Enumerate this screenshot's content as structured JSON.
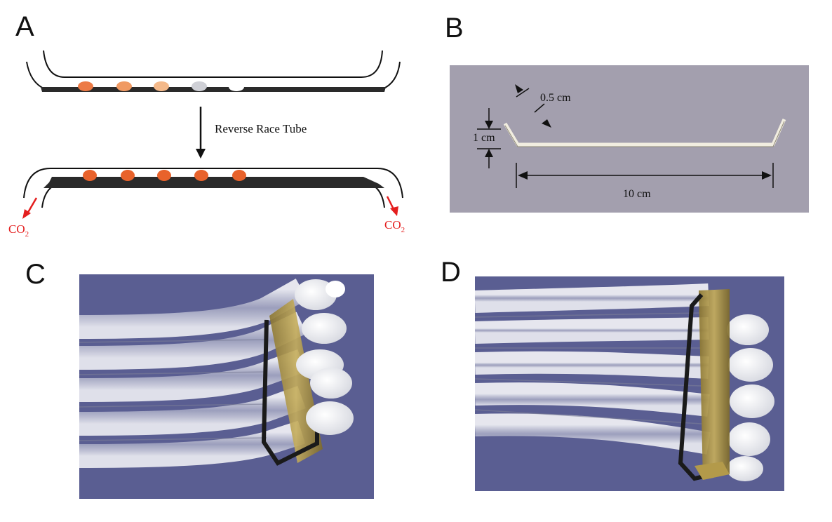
{
  "panels": {
    "a": {
      "letter": "A",
      "arrow_label": "Reverse Race Tube",
      "co2_left": "CO",
      "co2_right": "CO",
      "co2_subscript": "2"
    },
    "b": {
      "letter": "B",
      "dim_tip": "0.5 cm",
      "dim_height": "1 cm",
      "dim_length": "10 cm"
    },
    "c": {
      "letter": "C"
    },
    "d": {
      "letter": "D"
    }
  },
  "colors": {
    "photo_background": "#5a5e92",
    "bracket_photo_background": "#a39fae",
    "co2_red": "#e41e1e",
    "conidia_dark_orange": "#e8622b",
    "brass": "#b39a4a"
  }
}
